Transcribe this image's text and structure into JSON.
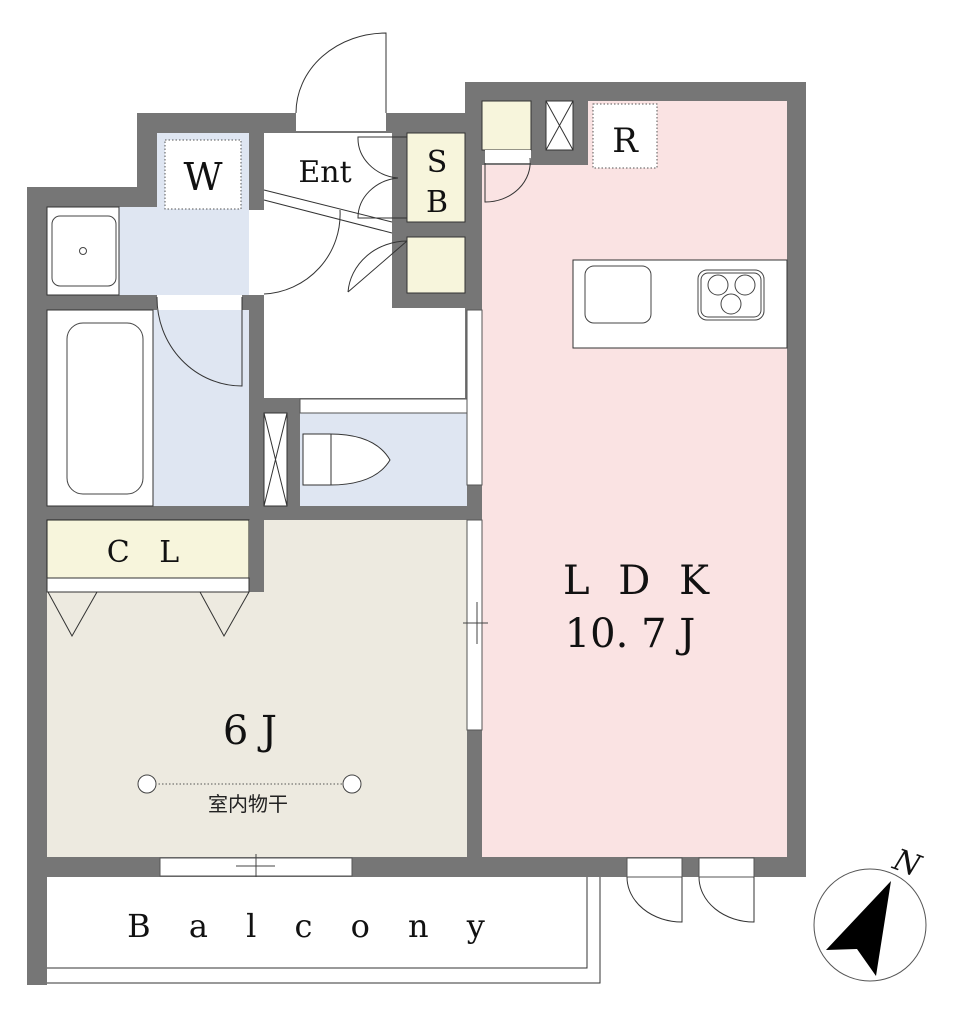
{
  "rooms": {
    "washroom": "W",
    "entrance": "Ent",
    "shoe_box_s": "S",
    "shoe_box_b": "B",
    "refrigerator": "R",
    "closet": "C L",
    "ldk_name": "L D K",
    "ldk_size": "10. 7 J",
    "bedroom_size": "6 J",
    "drying_rail": "室内物干",
    "balcony": "B a l c o n y"
  },
  "compass": {
    "label": "N"
  },
  "colors": {
    "wall": "#767676",
    "wet_area": "#dfe6f2",
    "storage": "#f7f5dc",
    "bedroom": "#edeae0",
    "ldk": "#fae3e3"
  }
}
